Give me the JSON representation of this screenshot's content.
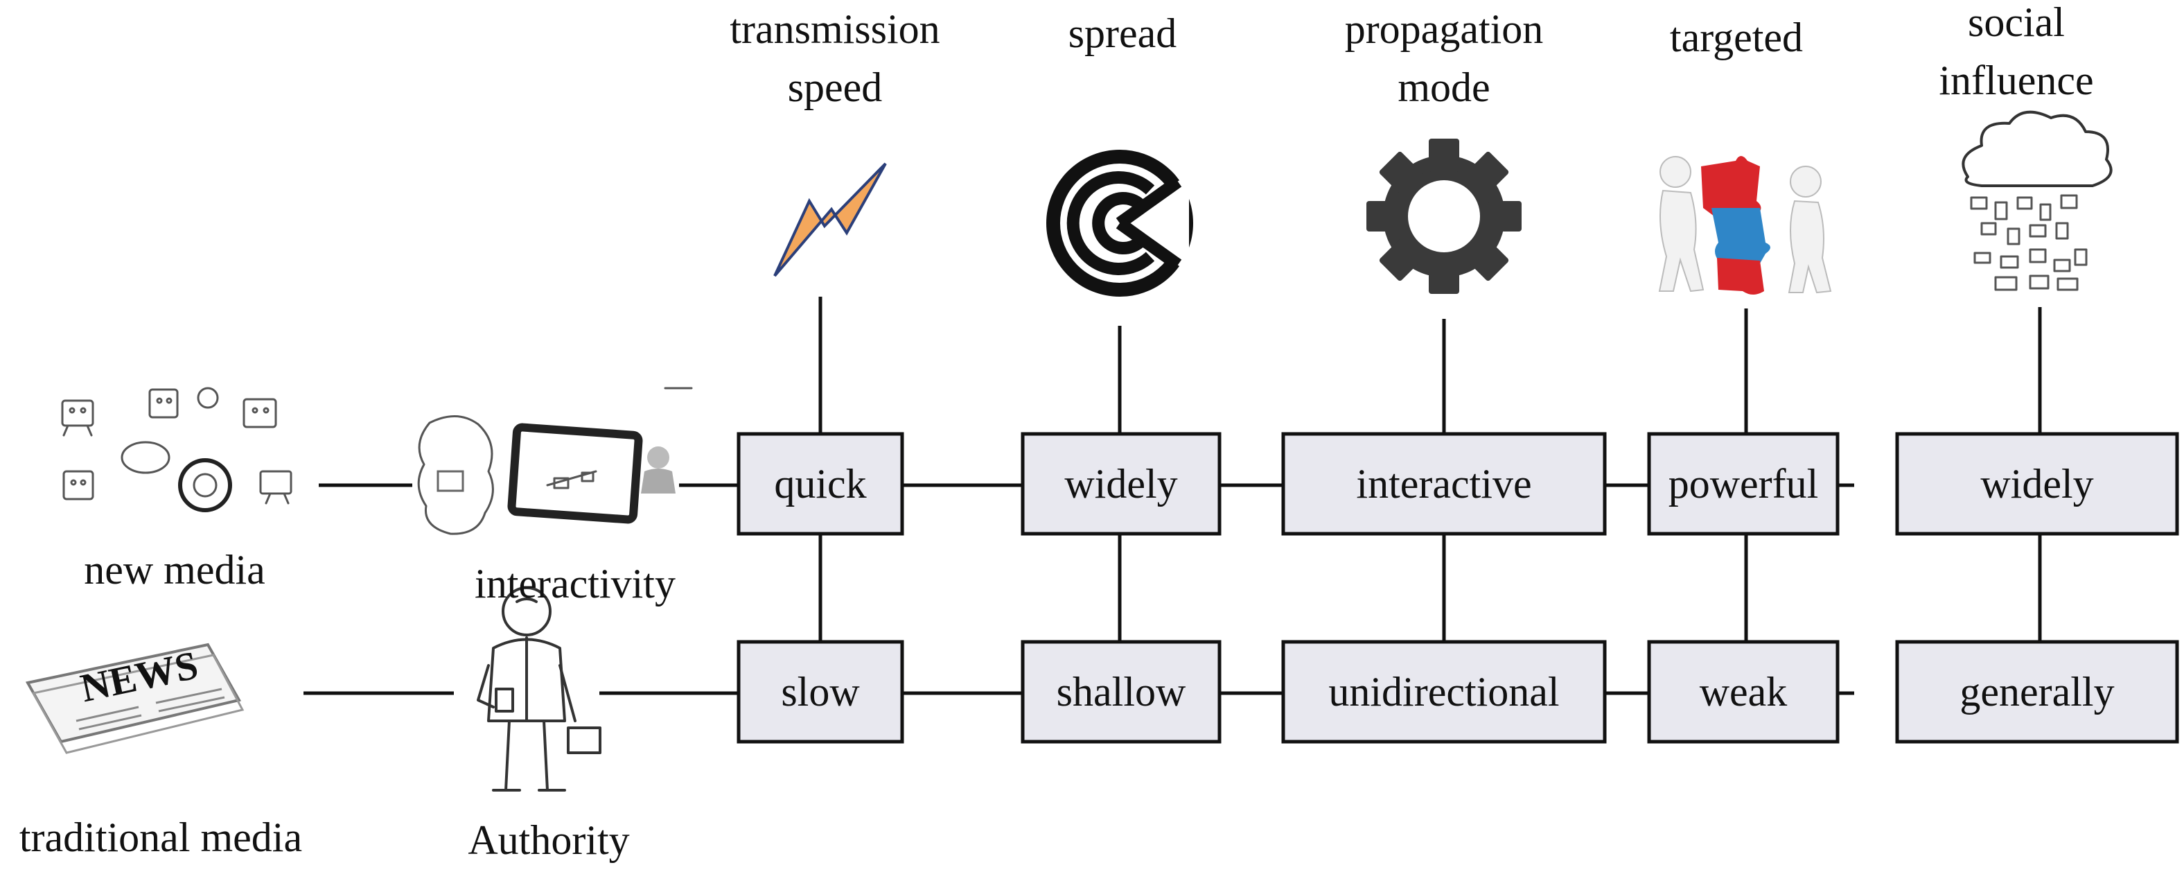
{
  "headers": [
    {
      "lines": [
        "transmission",
        "speed"
      ],
      "icon": "lightning-icon"
    },
    {
      "lines": [
        "spread"
      ],
      "icon": "target-circle-icon"
    },
    {
      "lines": [
        "propagation",
        "mode"
      ],
      "icon": "gear-icon"
    },
    {
      "lines": [
        "targeted"
      ],
      "icon": "puzzle-people-icon"
    },
    {
      "lines": [
        "social",
        "influence"
      ],
      "icon": "cloud-rain-devices-icon"
    }
  ],
  "rows": [
    {
      "label": "new media",
      "trait": "interactivity",
      "media_icon": "devices-cartoon-icon",
      "trait_icon": "tablet-cloud-icon",
      "cells": [
        "quick",
        "widely",
        "interactive",
        "powerful",
        "widely"
      ]
    },
    {
      "label": "traditional media",
      "trait": "Authority",
      "media_icon": "newspaper-icon",
      "trait_icon": "businessman-icon",
      "cells": [
        "slow",
        "shallow",
        "unidirectional",
        "weak",
        "generally"
      ]
    }
  ],
  "news_word": "NEWS",
  "colors": {
    "box_fill": "#e8e8ef",
    "lightning": "#f4a75c",
    "puzzle_red": "#d9262b",
    "puzzle_blue": "#2f86c8"
  }
}
